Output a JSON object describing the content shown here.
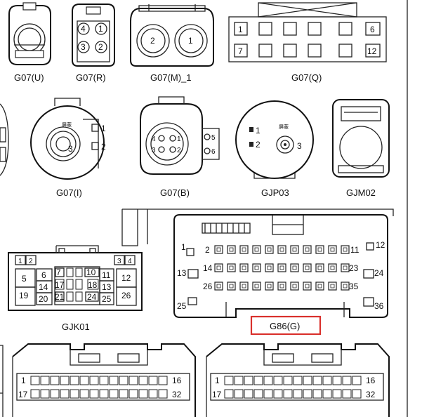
{
  "connectors": {
    "g07u": {
      "label": "G07(U)"
    },
    "g07r": {
      "label": "G07(R)",
      "pins": [
        "4",
        "1",
        "3",
        "2"
      ]
    },
    "g07m1": {
      "label": "G07(M)_1",
      "pins": [
        "2",
        "1"
      ]
    },
    "g07q": {
      "label": "G07(Q)",
      "pins": [
        "1",
        "6",
        "7",
        "12"
      ]
    },
    "g07i": {
      "label": "G07(I)",
      "pins": [
        "1",
        "2",
        "3"
      ],
      "caption": "屏蔽"
    },
    "g07b": {
      "label": "G07(B)",
      "pins": [
        "4",
        "1",
        "3",
        "2",
        "5",
        "6"
      ]
    },
    "gjp03": {
      "label": "GJP03",
      "pins": [
        "1",
        "2",
        "3"
      ],
      "caption": "屏蔽"
    },
    "gjm02": {
      "label": "GJM02"
    },
    "gjk01": {
      "label": "GJK01",
      "pins": [
        "1",
        "2",
        "3",
        "4",
        "5",
        "6",
        "7",
        "10",
        "11",
        "12",
        "13",
        "14",
        "17",
        "18",
        "19",
        "20",
        "21",
        "24",
        "25",
        "26"
      ]
    },
    "g86g": {
      "label": "G86(G)",
      "pins": [
        "1",
        "2",
        "11",
        "12",
        "13",
        "14",
        "23",
        "24",
        "25",
        "26",
        "35",
        "36"
      ],
      "highlight_color": "#d9302c"
    },
    "bottom_left": {
      "pins": [
        "1",
        "16",
        "17",
        "32"
      ]
    },
    "bottom_right": {
      "pins": [
        "1",
        "16",
        "17",
        "32"
      ]
    }
  }
}
